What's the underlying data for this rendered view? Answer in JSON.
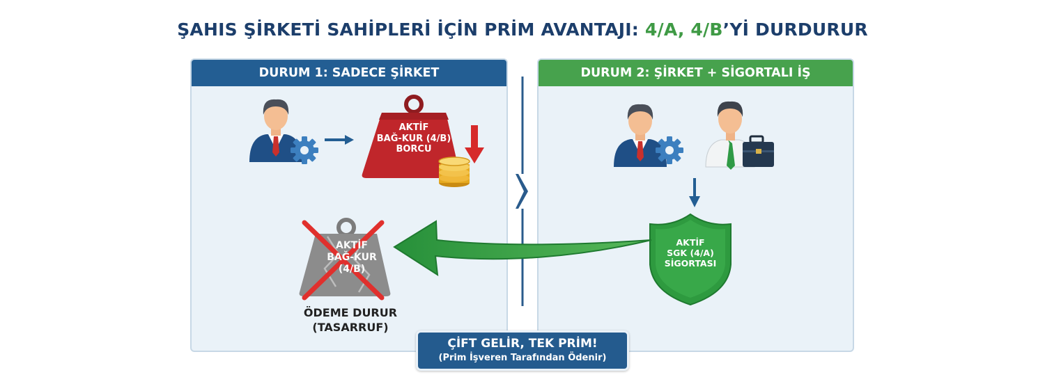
{
  "title": {
    "prefix": "ŞAHIS ŞİRKETİ SAHİPLERİ İÇİN PRİM AVANTAJI: ",
    "accent": "4/A, 4/B",
    "suffix": "’Yİ DURDURUR"
  },
  "left_panel": {
    "header": "DURUM 1: SADECE ŞİRKET",
    "weight_lines": [
      "AKTİF",
      "BAĞ-KUR (4/B)",
      "BORCU"
    ],
    "crossed_weight_lines": [
      "AKTİF",
      "BAĞ-KUR",
      "(4/B)"
    ],
    "stop_lines": [
      "ÖDEME DURUR",
      "(TASARRUF)"
    ]
  },
  "right_panel": {
    "header": "DURUM 2: ŞİRKET + SİGORTALI İŞ",
    "shield_lines": [
      "AKTİF",
      "SGK (4/A)",
      "SİGORTASI"
    ]
  },
  "banner": {
    "title": "ÇİFT GELİR, TEK PRİM!",
    "subtitle": "(Prim İşveren Tarafından Ödenir)"
  },
  "colors": {
    "navy": "#1c3e6b",
    "blue_header": "#235e93",
    "green_header": "#47a24d",
    "accent_green": "#3f9a45",
    "debt_red": "#c0262b",
    "arrow_green": "#2f9a3c"
  },
  "icons": [
    "business-owner-icon",
    "gear-icon",
    "employee-icon",
    "briefcase-icon",
    "weight-icon",
    "coins-icon",
    "down-arrow-icon",
    "shield-icon",
    "cross-mark-icon"
  ]
}
